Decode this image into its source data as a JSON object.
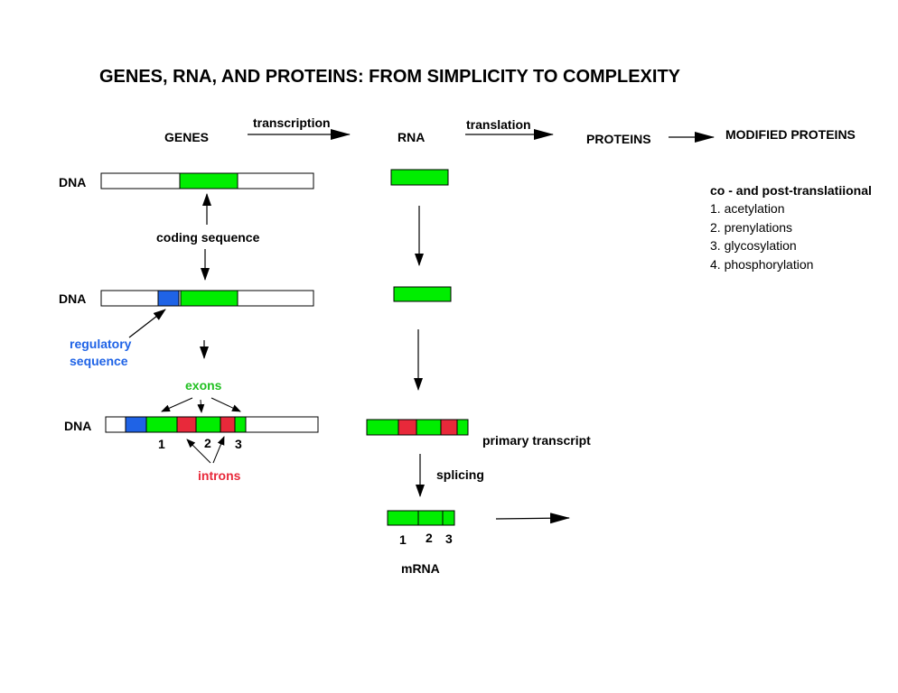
{
  "title": "GENES, RNA, AND PROTEINS:  FROM SIMPLICITY TO COMPLEXITY",
  "header": {
    "genes": "GENES",
    "transcription": "transcription",
    "rna": "RNA",
    "translation": "translation",
    "proteins": "PROTEINS",
    "modified_proteins": "MODIFIED PROTEINS"
  },
  "labels": {
    "dna": "DNA",
    "coding_sequence": "coding sequence",
    "regulatory_line1": "regulatory",
    "regulatory_line2": "sequence",
    "exons": "exons",
    "introns": "introns",
    "exon_1": "1",
    "exon_2": "2",
    "exon_3": "3",
    "primary_transcript": "primary transcript",
    "splicing": "splicing",
    "mrna": "mRNA"
  },
  "modifications": {
    "heading": "co - and post-translatiional",
    "items": [
      "1.  acetylation",
      "2.  prenylations",
      "3.  glycosylation",
      "4.  phosphorylation"
    ]
  },
  "colors": {
    "exon": "#00ee00",
    "regulatory": "#1f63e6",
    "intron": "#e8293a",
    "regulatory_text": "#1f63e6",
    "exons_text": "#21c021",
    "introns_text": "#e8293a"
  }
}
